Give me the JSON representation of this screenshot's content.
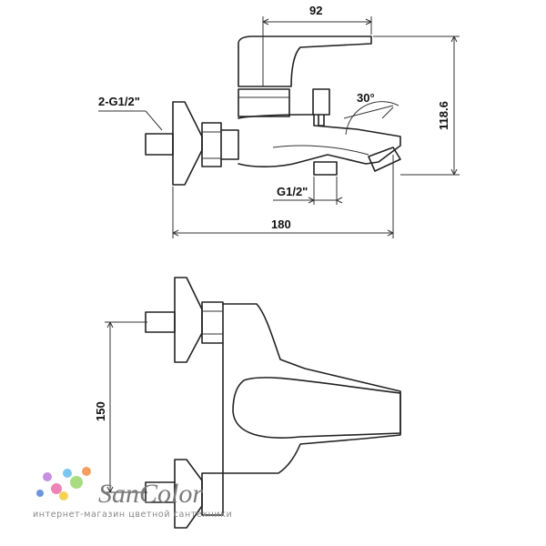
{
  "dimensions": {
    "lever_width": "92",
    "total_height": "118.6",
    "spout_angle": "30°",
    "inlet_thread": "2-G1/2\"",
    "outlet_thread": "G1/2\"",
    "total_length": "180",
    "center_distance": "150"
  },
  "watermark": {
    "brand": "SanColor",
    "tagline": "интернет-магазин цветной сантехники",
    "dot_colors": [
      "#b26bd6",
      "#e85b9c",
      "#4fb3e8",
      "#f2c31b",
      "#8bd05a",
      "#3d6fd1",
      "#f07d2e"
    ]
  }
}
